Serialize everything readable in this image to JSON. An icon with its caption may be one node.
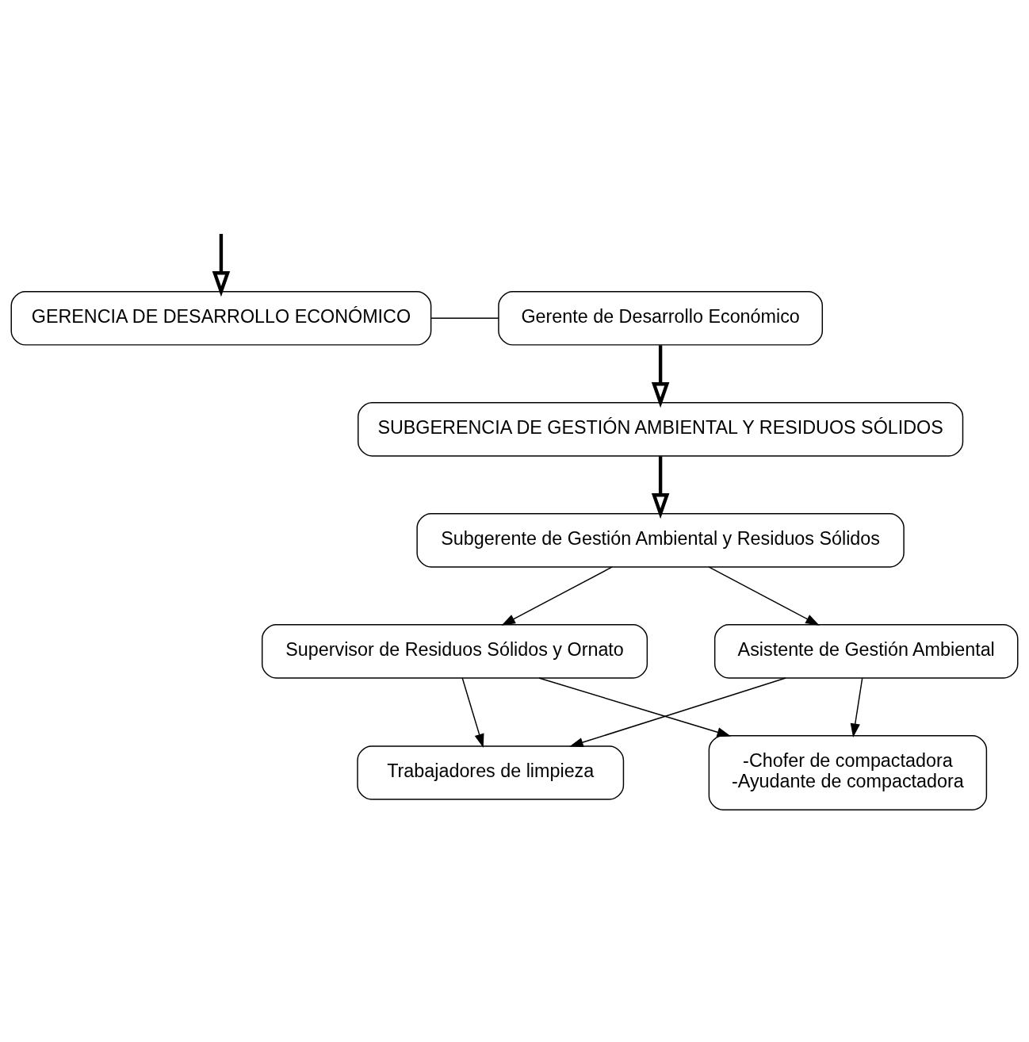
{
  "diagram": {
    "nodes": [
      {
        "text": [
          "GERENCIA DE DESARROLLO ECONÓMICO"
        ]
      },
      {
        "text": [
          "Gerente de Desarrollo Económico"
        ]
      },
      {
        "text": [
          "SUBGERENCIA DE GESTIÓN AMBIENTAL Y RESIDUOS SÓLIDOS"
        ]
      },
      {
        "text": [
          "Subgerente de Gestión Ambiental y Residuos Sólidos"
        ]
      },
      {
        "text": [
          "Supervisor de Residuos Sólidos y Ornato"
        ]
      },
      {
        "text": [
          "Asistente de Gestión Ambiental"
        ]
      },
      {
        "text": [
          "Trabajadores de limpieza"
        ]
      },
      {
        "text": [
          "-Chofer de compactadora",
          "-Ayudante de compactadora"
        ]
      }
    ],
    "edges": [
      {
        "from": null,
        "to": 0,
        "arrow": "to",
        "style": "thick"
      },
      {
        "from": 0,
        "to": 1,
        "arrow": "none"
      },
      {
        "from": 1,
        "to": 2,
        "arrow": "to",
        "style": "thick"
      },
      {
        "from": 2,
        "to": 3,
        "arrow": "to",
        "style": "thick"
      },
      {
        "from": 3,
        "to": 4,
        "arrow": "to"
      },
      {
        "from": 3,
        "to": 5,
        "arrow": "to"
      },
      {
        "from": 4,
        "to": 6,
        "arrow": "to"
      },
      {
        "from": 4,
        "to": 7,
        "arrow": "to"
      },
      {
        "from": 5,
        "to": 6,
        "arrow": "to"
      },
      {
        "from": 5,
        "to": 7,
        "arrow": "to"
      }
    ]
  }
}
